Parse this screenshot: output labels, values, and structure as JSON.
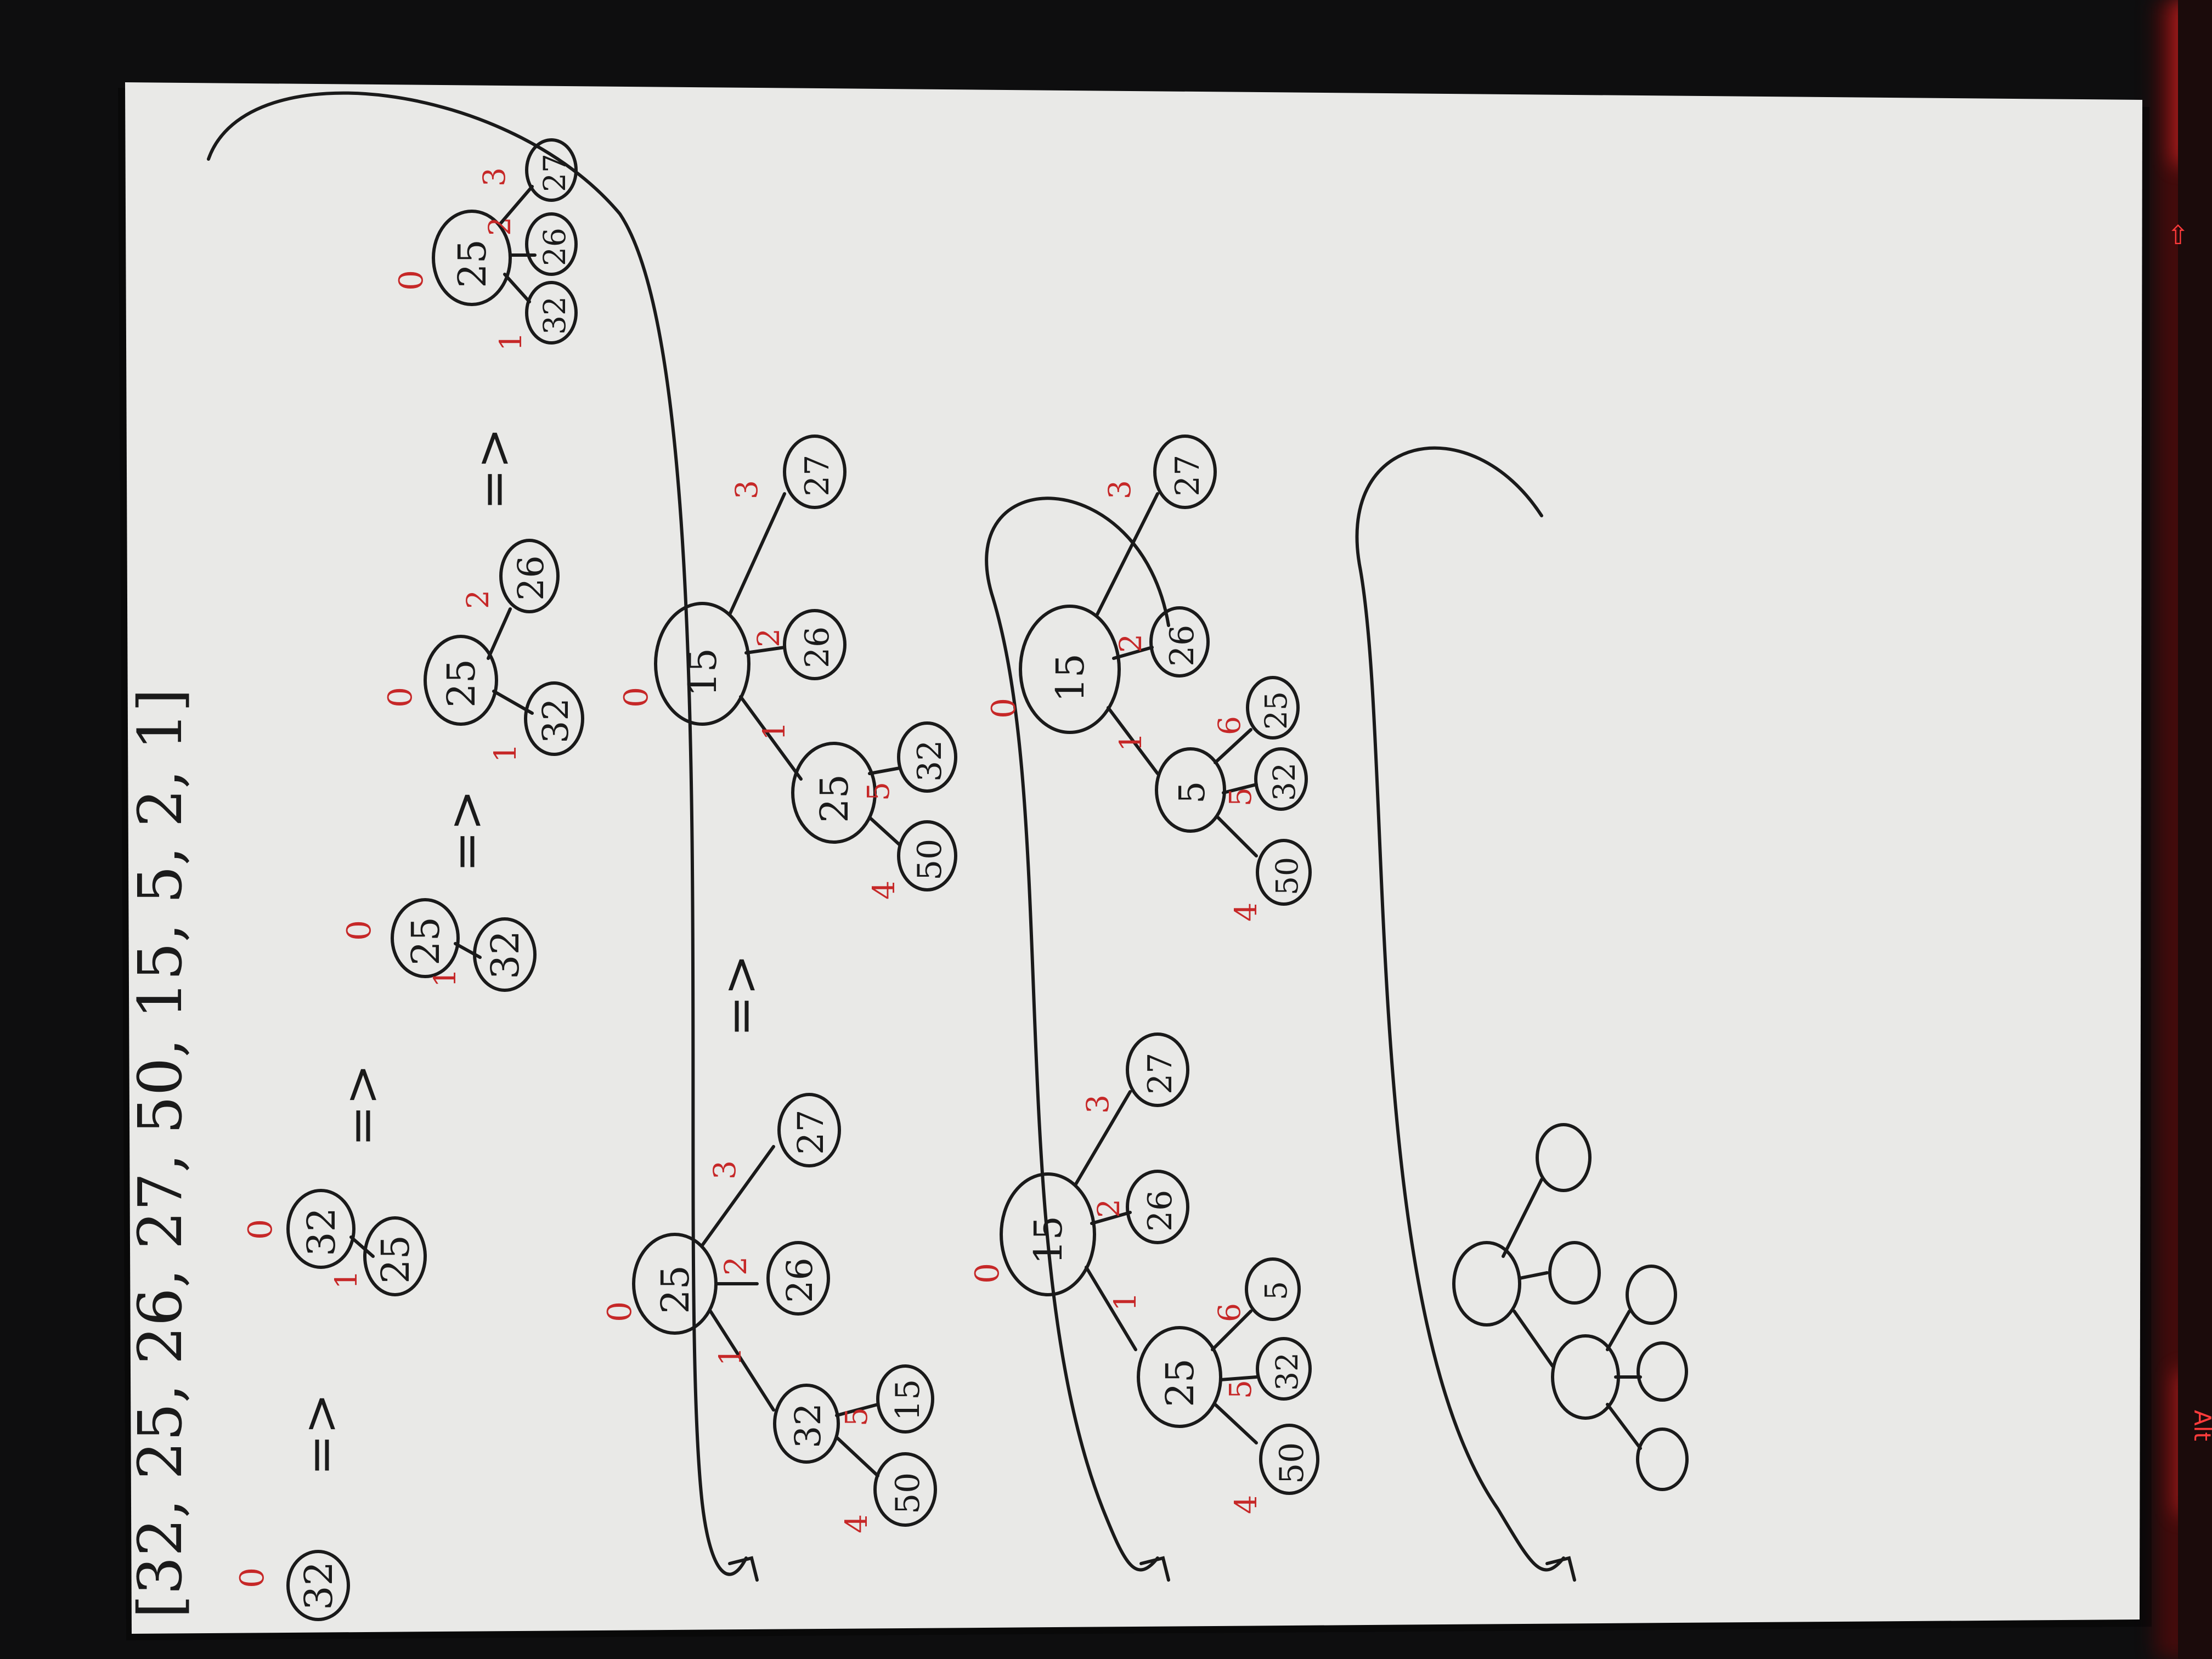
{
  "photo": {
    "subject": "handwritten binomial-heap insertion trace on notebook paper, photographed on a dark desk",
    "header_text": "[32, 25, 26, 27, 50, 15, 5, 2, 1]",
    "key_glyph": "Alt",
    "colors": {
      "background": "#0e0e0f",
      "paper": "#e9e9e7",
      "ink": "#1a1a1a",
      "red_ink": "#c62828",
      "keyboard_glow": "#ff2a2a"
    }
  },
  "steps": [
    {
      "nodes": [
        "32"
      ],
      "orders": [
        "0"
      ]
    },
    {
      "nodes": [
        "32",
        "25"
      ],
      "orders": [
        "0",
        "1"
      ]
    },
    {
      "nodes": [
        "25",
        "32"
      ],
      "orders": [
        "0",
        "1"
      ]
    },
    {
      "nodes": [
        "25",
        "32",
        "26"
      ],
      "orders": [
        "0",
        "1",
        "2"
      ]
    },
    {
      "nodes": [
        "25",
        "32",
        "26",
        "27"
      ],
      "orders": [
        "0",
        "1",
        "2",
        "3"
      ]
    },
    {
      "nodes": [
        "25",
        "32",
        "26",
        "27",
        "50",
        "15"
      ],
      "orders": [
        "0",
        "1",
        "2",
        "3",
        "4",
        "5"
      ]
    },
    {
      "nodes": [
        "15",
        "25",
        "26",
        "27",
        "50",
        "32"
      ],
      "orders": [
        "0",
        "1",
        "2",
        "3",
        "4",
        "5"
      ]
    },
    {
      "nodes": [
        "15",
        "25",
        "26",
        "27",
        "50",
        "32",
        "5"
      ],
      "orders": [
        "0",
        "1",
        "2",
        "3",
        "4",
        "5",
        "6"
      ]
    },
    {
      "nodes": [
        "15",
        "5",
        "26",
        "27",
        "50",
        "32",
        "25"
      ],
      "orders": [
        "0",
        "1",
        "2",
        "3",
        "4",
        "5",
        "6"
      ]
    }
  ],
  "arrows": [
    "=>",
    "=>",
    "=>",
    "=>",
    "=>"
  ]
}
